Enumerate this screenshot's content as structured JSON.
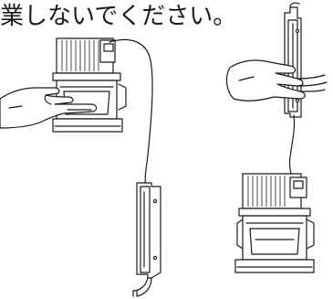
{
  "caption": "業しないでください。",
  "figures": [
    {
      "name": "left",
      "description_icon": "fixture-held-by-hand-with-hanging-bracket"
    },
    {
      "name": "right",
      "description_icon": "hand-holding-bracket-with-hanging-fixture"
    }
  ]
}
